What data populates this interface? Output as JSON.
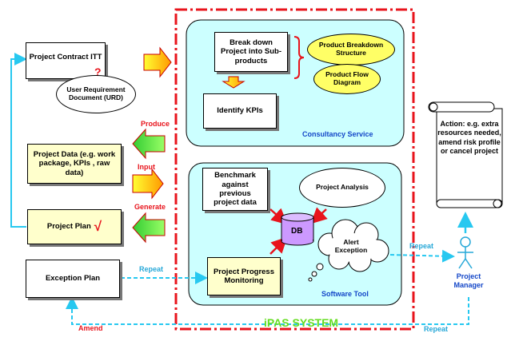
{
  "project_contract": "Project Contract ITT",
  "question_mark": "?",
  "urd": "User Requirement Document (URD)",
  "project_data": "Project Data (e.g. work package, KPIs , raw data)",
  "project_plan": "Project Plan",
  "check_mark": "√",
  "exception_plan": "Exception Plan",
  "produce_label": "Produce",
  "input_label": "Input",
  "generate_label": "Generate",
  "repeat_label_left": "Repeat",
  "amend_label": "Amend",
  "repeat_label_bottom": "Repeat",
  "repeat_label_right": "Repeat",
  "breakdown": "Break down Project into Sub- products",
  "product_breakdown": "Product Breakdown Structure",
  "product_flow": "Product Flow Diagram",
  "identify_kpis": "Identify KPIs",
  "consultancy_service": "Consultancy Service",
  "benchmark": "Benchmark against previous project data",
  "project_analysis": "Project Analysis",
  "db": "DB",
  "alert_exception": "Alert Exception",
  "progress_monitoring": "Project Progress Monitoring",
  "software_tool": "Software Tool",
  "system_title": "iPAS SYSTEM",
  "action": "Action: e.g. extra resources needed, amend risk profile or cancel project",
  "project_manager": "Project Manager",
  "colors": {
    "system_border": "#e8141c",
    "panel_fill": "#ccffff",
    "green_arrow": "#66ff33",
    "yellow_arrow": "#ffff00",
    "dashed_cyan": "#27c8f0",
    "title_green": "#66dd22"
  }
}
